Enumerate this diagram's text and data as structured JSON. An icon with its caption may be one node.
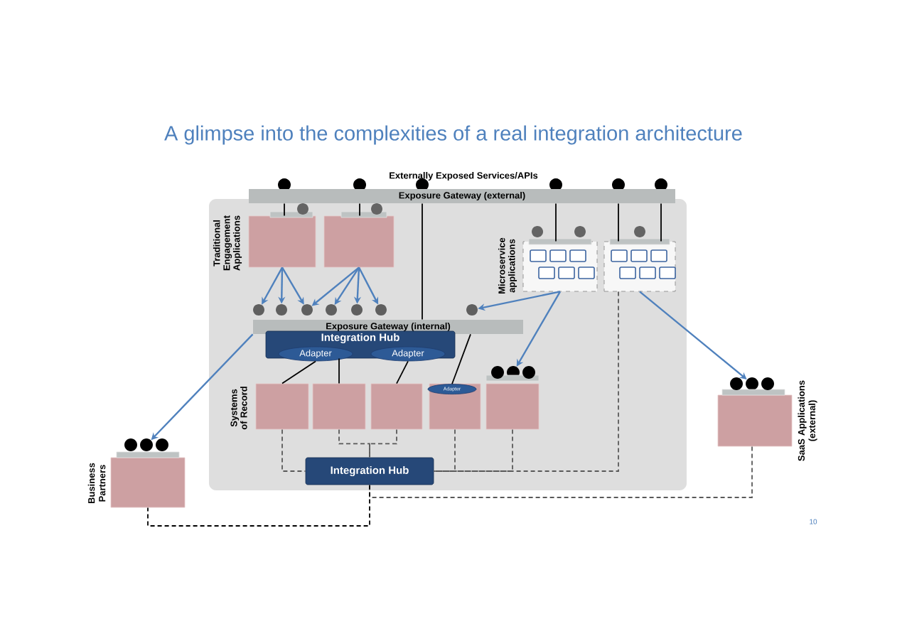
{
  "diagram": {
    "title": "A glimpse into the complexities of a real integration architecture",
    "nodes": [
      {
        "text": [
          "Exposure Gateway (external)"
        ]
      },
      {
        "text": [],
        "shape": "box"
      },
      {
        "text": [],
        "shape": "box"
      },
      {
        "text": [],
        "shape": "box"
      },
      {
        "text": [],
        "shape": "box"
      },
      {
        "text": [],
        "shape": "circle"
      },
      {
        "text": [],
        "shape": "circle"
      },
      {
        "text": [],
        "shape": "circle"
      },
      {
        "text": [],
        "shape": "circle"
      },
      {
        "text": [],
        "shape": "circle"
      },
      {
        "text": [],
        "shape": "circle"
      },
      {
        "text": [],
        "shape": "circle"
      },
      {
        "text": [
          "Exposure Gateway (internal)"
        ]
      },
      {
        "text": [
          "Integration Hub"
        ]
      },
      {
        "text": [
          "Adapter"
        ]
      },
      {
        "text": [
          "Adapter"
        ]
      },
      {
        "text": [],
        "shape": "box"
      },
      {
        "text": [],
        "shape": "box"
      },
      {
        "text": [],
        "shape": "box"
      },
      {
        "text": [],
        "shape": "box"
      },
      {
        "text": [],
        "shape": "box"
      },
      {
        "text": [
          "Adapter"
        ],
        "in": 19
      },
      {
        "text": [],
        "shape": "circle"
      },
      {
        "text": [],
        "shape": "circle"
      },
      {
        "text": [],
        "shape": "box",
        "beside": [
          "SaaS Applications (external)"
        ]
      },
      {
        "text": [],
        "shape": "circle"
      },
      {
        "text": [],
        "shape": "box",
        "beside": [
          "Business Partners"
        ]
      },
      {
        "text": [
          "Integration Hub"
        ]
      }
    ],
    "edges": [
      {
        "from": 1,
        "to": 5,
        "arrow": "to",
        "color": "#4f81bd"
      },
      {
        "from": 1,
        "to": 6,
        "arrow": "to",
        "color": "#4f81bd"
      },
      {
        "from": 1,
        "to": 7,
        "arrow": "to",
        "color": "#4f81bd"
      },
      {
        "from": 2,
        "to": 7,
        "arrow": "to",
        "color": "#4f81bd"
      },
      {
        "from": 2,
        "to": 8,
        "arrow": "to",
        "color": "#4f81bd"
      },
      {
        "from": 2,
        "to": 9,
        "arrow": "to",
        "color": "#4f81bd"
      },
      {
        "from": 2,
        "to": 10,
        "arrow": "to",
        "color": "#4f81bd"
      },
      {
        "from": 3,
        "to": 11,
        "arrow": "to",
        "color": "#4f81bd"
      },
      {
        "from": 3,
        "to": 22,
        "arrow": "to",
        "color": "#4f81bd"
      },
      {
        "from": 4,
        "to": 23,
        "arrow": "to",
        "color": "#4f81bd"
      },
      {
        "from": 12,
        "to": 25,
        "arrow": "to",
        "color": "#4f81bd"
      },
      {
        "from": 0,
        "to": 12,
        "arrow": "none",
        "color": "#000000"
      },
      {
        "from": 14,
        "to": 16,
        "arrow": "none",
        "color": "#000000"
      },
      {
        "from": 13,
        "to": 17,
        "arrow": "none",
        "color": "#000000"
      },
      {
        "from": 15,
        "to": 18,
        "arrow": "none",
        "color": "#000000"
      },
      {
        "from": 12,
        "to": 21,
        "arrow": "none",
        "color": "#000000"
      },
      {
        "from": 16,
        "to": 27,
        "arrow": "none",
        "style": "dashed",
        "color": "#595959"
      },
      {
        "from": 17,
        "to": 27,
        "arrow": "none",
        "style": "dashed",
        "color": "#595959"
      },
      {
        "from": 18,
        "to": 27,
        "arrow": "none",
        "style": "dashed",
        "color": "#595959"
      },
      {
        "from": 19,
        "to": 27,
        "arrow": "none",
        "style": "dashed",
        "color": "#595959"
      },
      {
        "from": 20,
        "to": 27,
        "arrow": "none",
        "style": "dashed",
        "color": "#595959"
      },
      {
        "from": 4,
        "to": 27,
        "arrow": "none",
        "style": "dashed",
        "color": "#595959"
      },
      {
        "from": 24,
        "to": 27,
        "arrow": "none",
        "style": "dashed",
        "color": "#595959"
      },
      {
        "from": 27,
        "to": 26,
        "arrow": "none",
        "style": "dashed",
        "color": "#000000"
      },
      {
        "from": 0,
        "to": 1,
        "arrow": "none",
        "color": "#000000"
      },
      {
        "from": 0,
        "to": 2,
        "arrow": "none",
        "color": "#000000"
      },
      {
        "from": 0,
        "to": 3,
        "arrow": "none",
        "color": "#000000"
      },
      {
        "from": 0,
        "to": 4,
        "arrow": "none",
        "color": "#000000"
      },
      {
        "from": 0,
        "to": 4,
        "arrow": "none",
        "color": "#000000"
      }
    ],
    "labels": [
      "Externally Exposed Services/APIs",
      "Traditional Engagement Applications",
      "Microservice applications",
      "Systems of Record",
      "10"
    ]
  }
}
